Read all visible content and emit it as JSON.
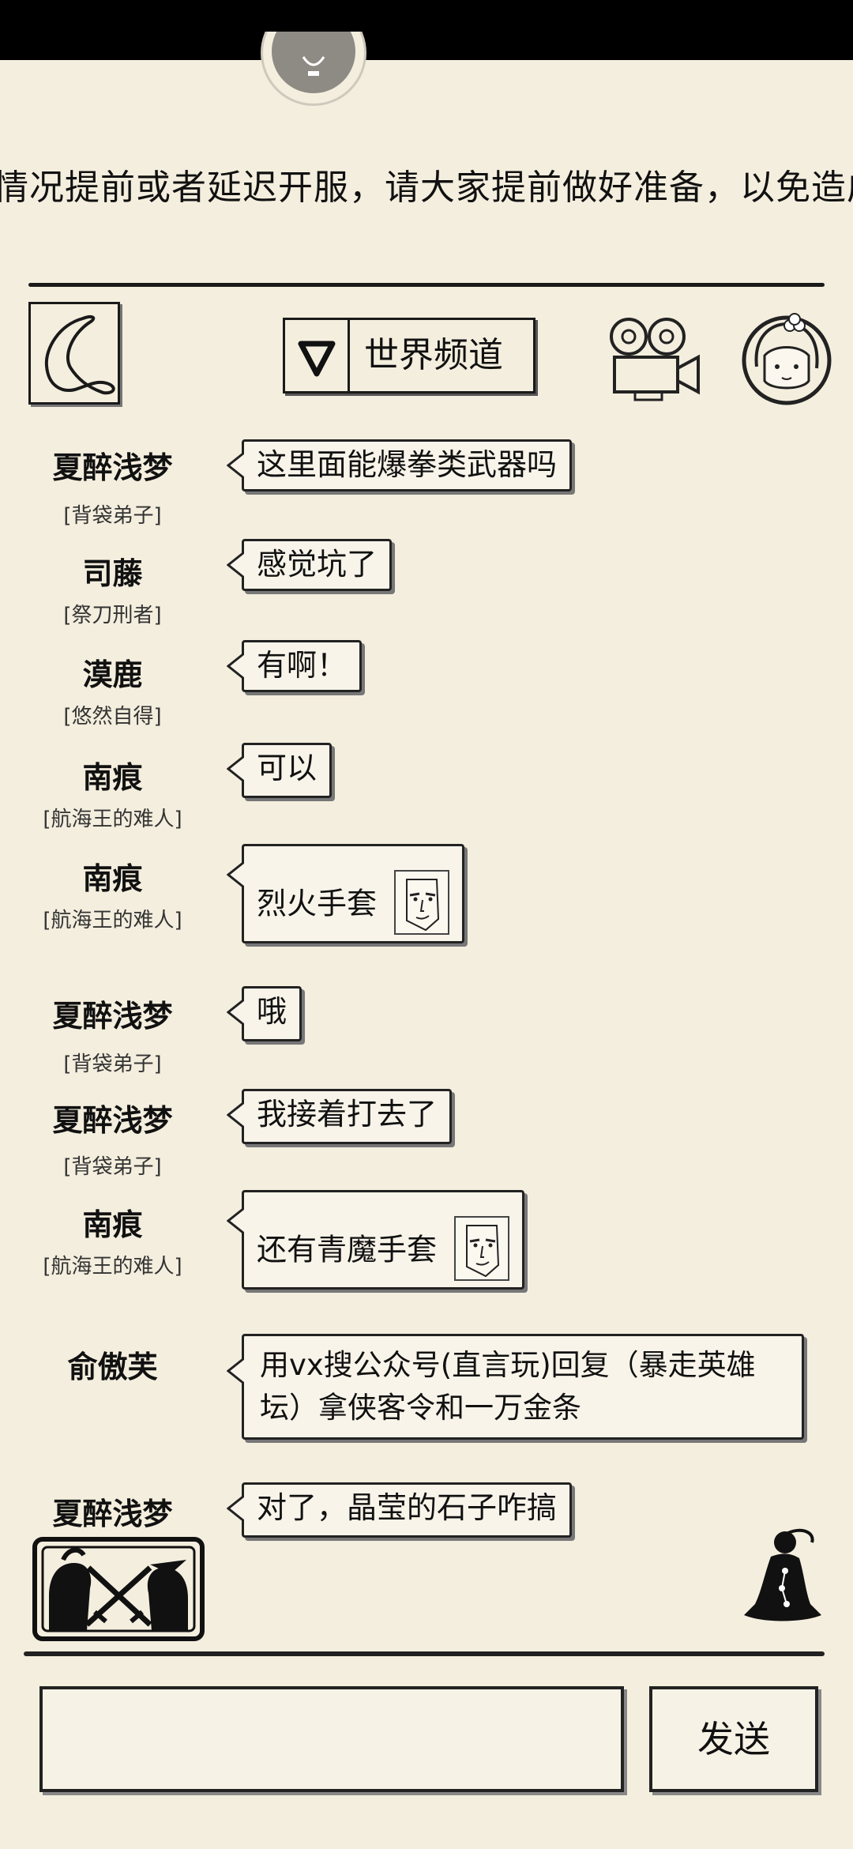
{
  "announcement": "情况提前或者延迟开服，请大家提前做好准备，以免造成不",
  "header": {
    "channel_label": "世界频道"
  },
  "messages": [
    {
      "sender": "夏醉浅梦",
      "title": "[背袋弟子]",
      "text": "这里面能爆拳类武器吗"
    },
    {
      "sender": "司藤",
      "title": "[祭刀刑者]",
      "text": "感觉坑了"
    },
    {
      "sender": "漠鹿",
      "title": "[悠然自得]",
      "text": "有啊！"
    },
    {
      "sender": "南痕",
      "title": "[航海王的难人]",
      "text": "可以"
    },
    {
      "sender": "南痕",
      "title": "[航海王的难人]",
      "text": "烈火手套",
      "emoji": "face-emoji"
    },
    {
      "sender": "夏醉浅梦",
      "title": "[背袋弟子]",
      "text": "哦"
    },
    {
      "sender": "夏醉浅梦",
      "title": "[背袋弟子]",
      "text": "我接着打去了"
    },
    {
      "sender": "南痕",
      "title": "[航海王的难人]",
      "text": "还有青魔手套",
      "emoji": "face-emoji"
    },
    {
      "sender": "俞傲芙",
      "title": "",
      "text": "用vx搜公众号(直言玩)回复（暴走英雄坛）拿侠客令和一万金条"
    },
    {
      "sender": "夏醉浅梦",
      "title": "",
      "text": "对了，晶莹的石子咋搞"
    }
  ],
  "composer": {
    "input_value": "",
    "send_label": "发送"
  },
  "icons": {
    "back": "back-chevron-icon",
    "dropdown": "triangle-down-icon",
    "camera": "film-camera-icon",
    "avatar": "girl-avatar-icon",
    "pk": "duel-swords-icon",
    "meditate": "meditating-figure-icon"
  }
}
